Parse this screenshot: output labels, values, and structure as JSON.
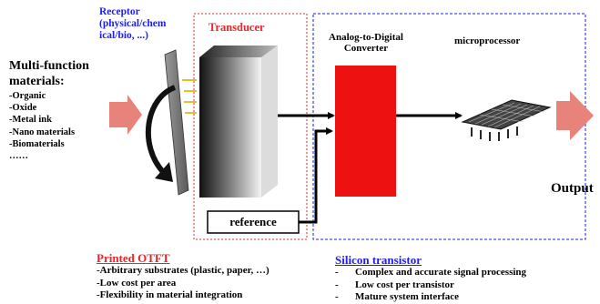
{
  "receptor": {
    "lines": [
      "Receptor",
      "(physical/chem",
      "ical/bio, ...)"
    ],
    "color": "#1d1df5"
  },
  "transducer": {
    "label": "Transducer",
    "color": "#e8262a"
  },
  "adc": {
    "lines": [
      "Analog-to-Digital",
      "Converter"
    ]
  },
  "microprocessor": {
    "label": "microprocessor"
  },
  "reference": {
    "label": "reference"
  },
  "output": {
    "label": "Output"
  },
  "materials": {
    "title_lines": [
      "Multi-function",
      "materials:"
    ],
    "items": [
      "-Organic",
      "-Oxide",
      "-Metal ink",
      "-Nano materials",
      "-Biomaterials",
      "……"
    ]
  },
  "printed_otft": {
    "title": "Printed OTFT",
    "color": "#e8262a",
    "items": [
      "-Arbitrary substrates (plastic, paper, …)",
      "-Low cost per area",
      "-Flexibility in material integration"
    ]
  },
  "silicon": {
    "title": "Silicon transistor",
    "color": "#1d1df5",
    "items": [
      "Complex and accurate signal processing",
      "Low cost per transistor",
      "Mature system interface"
    ],
    "bullet": "-"
  },
  "colors": {
    "red_block": "#ee1111",
    "arrow_pink": "#e8837c",
    "dash_red": "#e8262a",
    "dash_blue": "#1d1df5"
  }
}
